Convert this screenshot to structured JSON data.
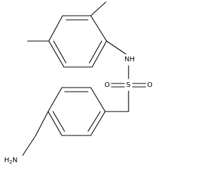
{
  "structure": {
    "atoms": {
      "nh": "NH",
      "s": "S",
      "o_left": "O",
      "o_right": "O",
      "amine": "H2N"
    }
  },
  "colors": {
    "bond": "#000000",
    "label": "#000000",
    "background": "#ffffff"
  }
}
